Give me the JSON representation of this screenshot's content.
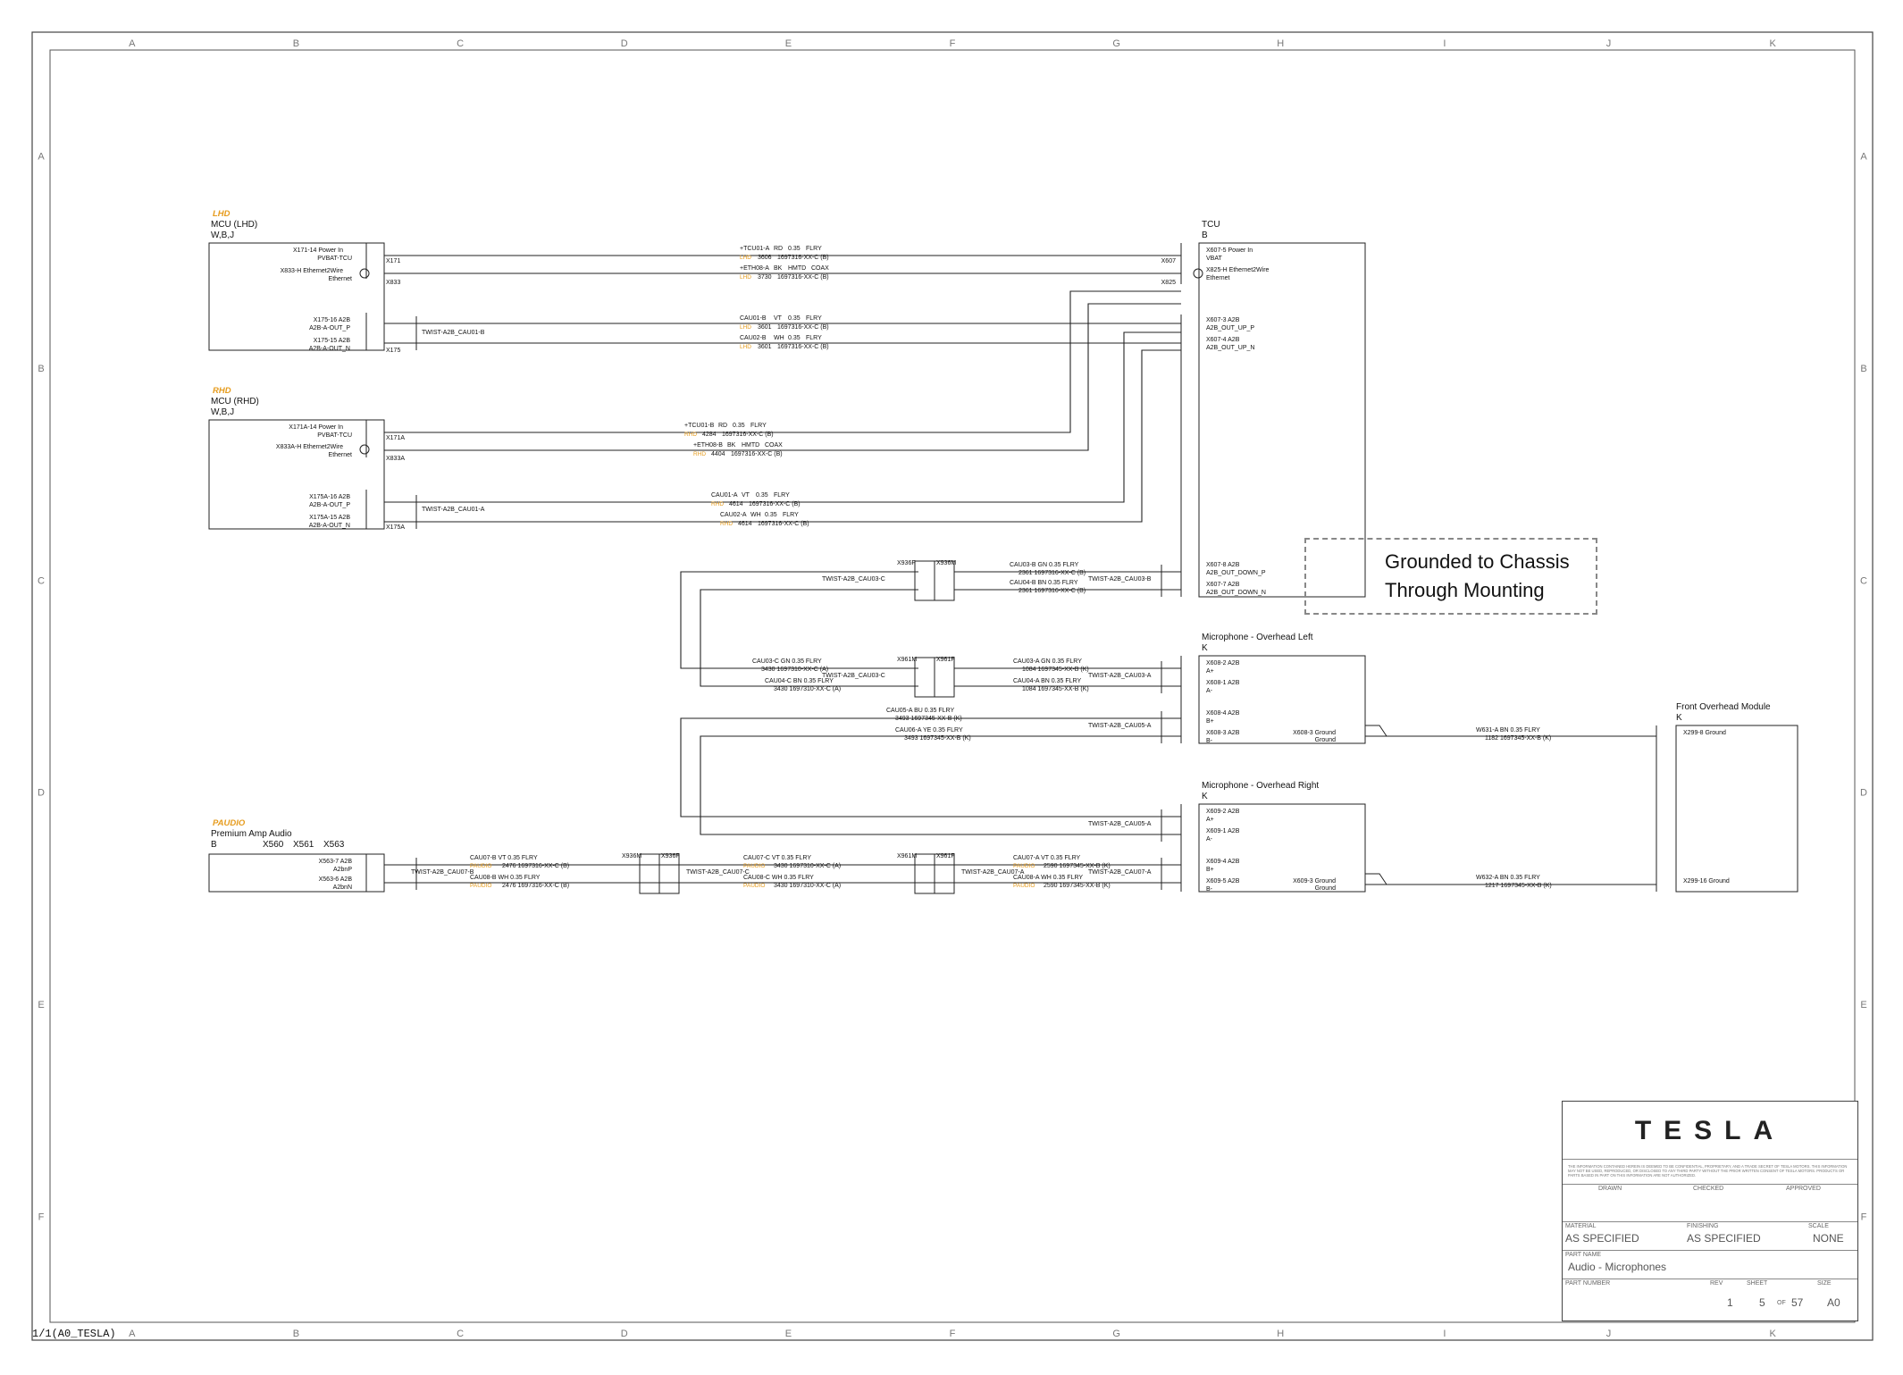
{
  "grid": {
    "cols": [
      "A",
      "B",
      "C",
      "D",
      "E",
      "F",
      "G",
      "H",
      "I",
      "J",
      "K"
    ],
    "rows": [
      "A",
      "B",
      "C",
      "D",
      "E",
      "F"
    ]
  },
  "footer_tag": "1/1(A0_TESLA)",
  "modules": {
    "lhd": {
      "tag": "LHD",
      "name": "MCU (LHD)",
      "variant": "W,B,J",
      "pins": [
        {
          "id": "X171-14 Power In",
          "sig": "PVBAT-TCU",
          "conn": "X171"
        },
        {
          "id": "X833-H Ethernet2Wire",
          "sig": "Ethernet",
          "conn": "X833"
        },
        {
          "id": "X175-16 A2B",
          "sig": "A2B-A-OUT_P",
          "conn": ""
        },
        {
          "id": "X175-15 A2B",
          "sig": "A2B-A-OUT_N",
          "conn": "X175"
        }
      ]
    },
    "rhd": {
      "tag": "RHD",
      "name": "MCU (RHD)",
      "variant": "W,B,J",
      "pins": [
        {
          "id": "X171A-14 Power In",
          "sig": "PVBAT-TCU",
          "conn": "X171A"
        },
        {
          "id": "X833A-H Ethernet2Wire",
          "sig": "Ethernet",
          "conn": "X833A"
        },
        {
          "id": "X175A-16 A2B",
          "sig": "A2B-A-OUT_P",
          "conn": ""
        },
        {
          "id": "X175A-15 A2B",
          "sig": "A2B-A-OUT_N",
          "conn": "X175A"
        }
      ]
    },
    "tcu": {
      "name": "TCU",
      "variant": "B",
      "pins": [
        {
          "id": "X607-5 Power In",
          "sig": "VBAT",
          "conn": "X607"
        },
        {
          "id": "X825-H Ethernet2Wire",
          "sig": "Ethernet",
          "conn": "X825"
        },
        {
          "id": "X607-3 A2B",
          "sig": "A2B_OUT_UP_P"
        },
        {
          "id": "X607-4 A2B",
          "sig": "A2B_OUT_UP_N"
        },
        {
          "id": "X607-8 A2B",
          "sig": "A2B_OUT_DOWN_P"
        },
        {
          "id": "X607-7 A2B",
          "sig": "A2B_OUT_DOWN_N"
        }
      ]
    },
    "mic_left": {
      "name": "Microphone - Overhead Left",
      "variant": "K",
      "pins": [
        {
          "id": "X608-2 A2B",
          "sig": "A+"
        },
        {
          "id": "X608-1 A2B",
          "sig": "A-"
        },
        {
          "id": "X608-4 A2B",
          "sig": "B+"
        },
        {
          "id": "X608-3 A2B",
          "sig": "B-"
        }
      ],
      "ground": [
        "X608-3 Ground",
        "Ground"
      ]
    },
    "mic_right": {
      "name": "Microphone - Overhead Right",
      "variant": "K",
      "pins": [
        {
          "id": "X609-2 A2B",
          "sig": "A+"
        },
        {
          "id": "X609-1 A2B",
          "sig": "A-"
        },
        {
          "id": "X609-4 A2B",
          "sig": "B+"
        },
        {
          "id": "X609-5 A2B",
          "sig": "B-"
        }
      ],
      "ground": [
        "X609-3 Ground",
        "Ground"
      ]
    },
    "fom": {
      "name": "Front Overhead Module",
      "variant": "K",
      "pins": [
        {
          "id": "X299-8 Ground"
        },
        {
          "id": "X299-16 Ground"
        }
      ]
    },
    "paudio": {
      "tag": "PAUDIO",
      "name": "Premium Amp Audio",
      "variant": "B",
      "conns": [
        "X560",
        "X561",
        "X563"
      ],
      "pins": [
        {
          "id": "X563-7 A2B",
          "sig": "A2bnP"
        },
        {
          "id": "X563-6 A2B",
          "sig": "A2bnN"
        }
      ]
    }
  },
  "wires": [
    {
      "name": "+TCU01-A",
      "col": "RD",
      "gauge": "0.35",
      "type": "FLRY",
      "cond": "LHD",
      "num": "3606",
      "harness": "1697316-XX-C (B)"
    },
    {
      "name": "+ETH08-A",
      "col": "BK",
      "gauge": "HMTD",
      "type": "COAX",
      "cond": "LHD",
      "num": "3730",
      "harness": "1697316-XX-C (B)"
    },
    {
      "name": "CAU01-B",
      "col": "VT",
      "gauge": "0.35",
      "type": "FLRY",
      "cond": "LHD",
      "num": "3601",
      "harness": "1697316-XX-C (B)"
    },
    {
      "name": "CAU02-B",
      "col": "WH",
      "gauge": "0.35",
      "type": "FLRY",
      "cond": "LHD",
      "num": "3601",
      "harness": "1697316-XX-C (B)"
    },
    {
      "name": "+TCU01-B",
      "col": "RD",
      "gauge": "0.35",
      "type": "FLRY",
      "cond": "RHD",
      "num": "4284",
      "harness": "1697316-XX-C (B)"
    },
    {
      "name": "+ETH08-B",
      "col": "BK",
      "gauge": "HMTD",
      "type": "COAX",
      "cond": "RHD",
      "num": "4404",
      "harness": "1697316-XX-C (B)"
    },
    {
      "name": "CAU01-A",
      "col": "VT",
      "gauge": "0.35",
      "type": "FLRY",
      "cond": "RHD",
      "num": "4614",
      "harness": "1697316-XX-C (B)"
    },
    {
      "name": "CAU02-A",
      "col": "WH",
      "gauge": "0.35",
      "type": "FLRY",
      "cond": "RHD",
      "num": "4614",
      "harness": "1697316-XX-C (B)"
    }
  ],
  "twists": {
    "lhd": "TWIST-A2B_CAU01-B",
    "rhd": "TWIST-A2B_CAU01-A",
    "tcu_down_left": "TWIST-A2B_CAU03-C",
    "tcu_down_right": "TWIST-A2B_CAU03-B",
    "mic_a_left": "TWIST-A2B_CAU03-C",
    "mic_a_right": "TWIST-A2B_CAU03-A",
    "mic_b": "TWIST-A2B_CAU05-A",
    "mic_r_a": "TWIST-A2B_CAU05-A",
    "amp_1": "TWIST-A2B_CAU07-B",
    "amp_2": "TWIST-A2B_CAU07-C",
    "amp_3": "TWIST-A2B_CAU07-A",
    "amp_4": "TWIST-A2B_CAU07-A"
  },
  "inline_connectors": {
    "a": [
      "X936F",
      "X936M"
    ],
    "b": [
      "X961M",
      "X961F"
    ],
    "c": [
      "X936M",
      "X936F"
    ],
    "d": [
      "X961M",
      "X961F"
    ]
  },
  "wire_labels_mid": [
    {
      "l1": "CAU03-B  GN  0.35  FLRY",
      "l2": "2361  1697316-XX-C (B)"
    },
    {
      "l1": "CAU04-B  BN  0.35  FLRY",
      "l2": "2361  1697316-XX-C (B)"
    },
    {
      "l1": "CAU03-C  GN  0.35  FLRY",
      "l2": "3430  1697310-XX-C (A)"
    },
    {
      "l1": "CAU04-C  BN  0.35  FLRY",
      "l2": "3430  1697310-XX-C (A)"
    },
    {
      "l1": "CAU03-A  GN  0.35  FLRY",
      "l2": "1084  1697345-XX-B (K)"
    },
    {
      "l1": "CAU04-A  BN  0.35  FLRY",
      "l2": "1084  1697345-XX-B (K)"
    },
    {
      "l1": "CAU05-A  BU  0.35  FLRY",
      "l2": "3493  1697345-XX-B (K)"
    },
    {
      "l1": "CAU06-A  YE  0.35  FLRY",
      "l2": "3493  1697345-XX-B (K)"
    },
    {
      "l1": "W631-A  BN  0.35  FLRY",
      "l2": "1182  1697345-XX-B (K)"
    },
    {
      "l1": "W632-A  BN  0.35  FLRY",
      "l2": "1217  1697345-XX-B (K)"
    },
    {
      "l1": "CAU07-B  VT  0.35  FLRY",
      "l2": "2476  1697316-XX-C (B)",
      "cond": "PAUDIO"
    },
    {
      "l1": "CAU08-B  WH  0.35  FLRY",
      "l2": "2476  1697316-XX-C (B)",
      "cond": "PAUDIO"
    },
    {
      "l1": "CAU07-C  VT  0.35  FLRY",
      "l2": "3430  1697310-XX-C (A)",
      "cond": "PAUDIO"
    },
    {
      "l1": "CAU08-C  WH  0.35  FLRY",
      "l2": "3430  1697310-XX-C (A)",
      "cond": "PAUDIO"
    },
    {
      "l1": "CAU07-A  VT  0.35  FLRY",
      "l2": "2590  1697345-XX-B (K)",
      "cond": "PAUDIO"
    },
    {
      "l1": "CAU08-A  WH  0.35  FLRY",
      "l2": "2590  1697345-XX-B (K)",
      "cond": "PAUDIO"
    }
  ],
  "note": [
    "Grounded to Chassis",
    "Through Mounting"
  ],
  "title_block": {
    "logo": "TESLA",
    "legal": "THE INFORMATION CONTAINED HEREIN IS DEEMED TO BE CONFIDENTIAL, PROPRIETARY, AND A TRADE SECRET OF TESLA MOTORS. THIS INFORMATION MAY NOT BE USED, REPRODUCED, OR DISCLOSED TO ANY THIRD PARTY WITHOUT THE PRIOR WRITTEN CONSENT OF TESLA MOTORS. PRODUCTS OR PARTS BASED IN PART ON THIS INFORMATION ARE NOT AUTHORIZED.",
    "drawn": "DRAWN",
    "checked": "CHECKED",
    "approved": "APPROVED",
    "material_cap": "MATERIAL",
    "material": "AS SPECIFIED",
    "finishing_cap": "FINISHING",
    "finishing": "AS SPECIFIED",
    "scale_cap": "SCALE",
    "scale": "NONE",
    "part_name_cap": "PART NAME",
    "part_name": "Audio - Microphones",
    "part_number_cap": "PART NUMBER",
    "rev_cap": "REV",
    "rev": "1",
    "sheet_cap": "SHEET",
    "sheet": "5",
    "sheet_of": "OF",
    "sheet_total": "57",
    "size_cap": "SIZE",
    "size": "A0"
  }
}
